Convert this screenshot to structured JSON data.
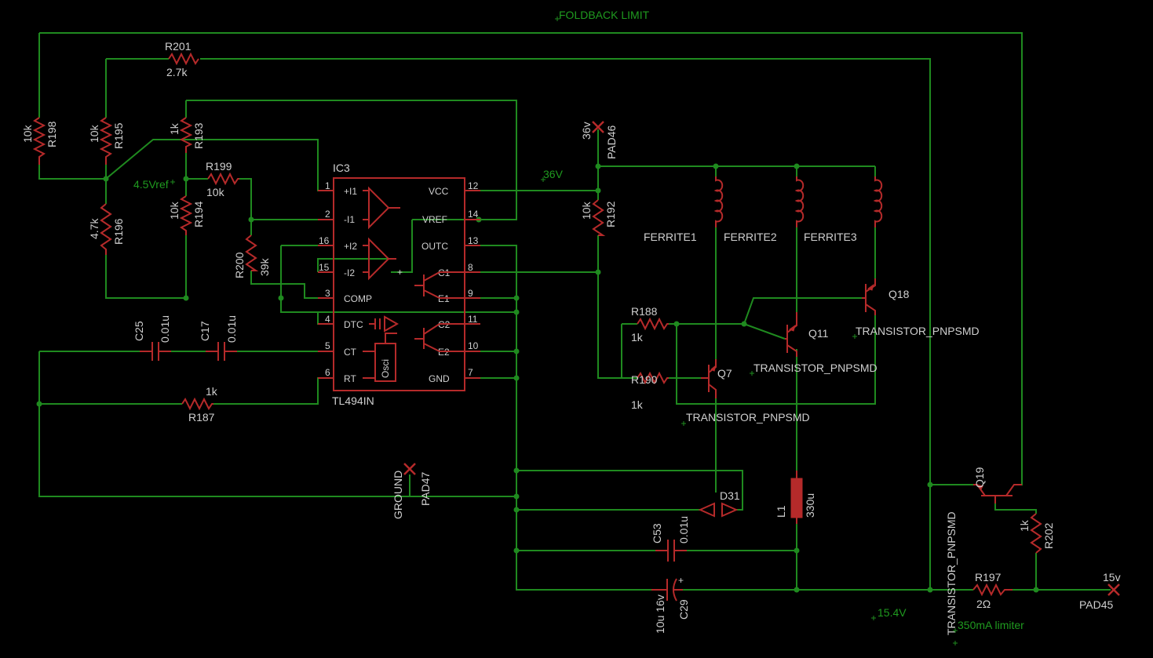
{
  "nets": {
    "foldback": "FOLDBACK LIMIT",
    "vref": "4.5Vref",
    "v36": "36V",
    "v15_4": "15.4V",
    "limiter": "350mA limiter"
  },
  "ic": {
    "name": "IC3",
    "value": "TL494IN",
    "pins_left": [
      {
        "num": "1",
        "label": "+I1"
      },
      {
        "num": "2",
        "label": "-I1"
      },
      {
        "num": "16",
        "label": "+I2"
      },
      {
        "num": "15",
        "label": "-I2"
      },
      {
        "num": "3",
        "label": "COMP"
      },
      {
        "num": "4",
        "label": "DTC"
      },
      {
        "num": "5",
        "label": "CT"
      },
      {
        "num": "6",
        "label": "RT"
      }
    ],
    "pins_right": [
      {
        "num": "12",
        "label": "VCC"
      },
      {
        "num": "14",
        "label": "VREF"
      },
      {
        "num": "13",
        "label": "OUTC"
      },
      {
        "num": "8",
        "label": "C1"
      },
      {
        "num": "9",
        "label": "E1"
      },
      {
        "num": "11",
        "label": "C2"
      },
      {
        "num": "10",
        "label": "E2"
      },
      {
        "num": "7",
        "label": "GND"
      }
    ],
    "osc_label": "Osci"
  },
  "resistors": {
    "r201": {
      "name": "R201",
      "value": "2.7k"
    },
    "r198": {
      "name": "R198",
      "value": "10k"
    },
    "r195": {
      "name": "R195",
      "value": "10k"
    },
    "r193": {
      "name": "R193",
      "value": "1k"
    },
    "r199": {
      "name": "R199",
      "value": "10k"
    },
    "r194": {
      "name": "R194",
      "value": "10k"
    },
    "r196": {
      "name": "R196",
      "value": "4.7k"
    },
    "r200": {
      "name": "R200",
      "value": "39k"
    },
    "r187": {
      "name": "R187",
      "value": "1k"
    },
    "r192": {
      "name": "R192",
      "value": "10k"
    },
    "r188": {
      "name": "R188",
      "value": "1k"
    },
    "r190": {
      "name": "R190",
      "value": "1k"
    },
    "r202": {
      "name": "R202",
      "value": "1k"
    },
    "r197": {
      "name": "R197",
      "value": "2Ω"
    }
  },
  "capacitors": {
    "c25": {
      "name": "C25",
      "value": "0.01u"
    },
    "c17": {
      "name": "C17",
      "value": "0.01u"
    },
    "c53": {
      "name": "C53",
      "value": "0.01u"
    },
    "c29": {
      "name": "C29",
      "value": "10u 16v"
    }
  },
  "inductors": {
    "ferrite1": "FERRITE1",
    "ferrite2": "FERRITE2",
    "ferrite3": "FERRITE3",
    "l1": {
      "name": "L1",
      "value": "330u"
    }
  },
  "transistors": {
    "q7": {
      "name": "Q7",
      "value": "TRANSISTOR_PNPSMD"
    },
    "q11": {
      "name": "Q11",
      "value": "TRANSISTOR_PNPSMD"
    },
    "q18": {
      "name": "Q18",
      "value": "TRANSISTOR_PNPSMD"
    },
    "q19": {
      "name": "Q19",
      "value": "TRANSISTOR_PNPSMD"
    }
  },
  "diode": {
    "name": "D31"
  },
  "pads": {
    "pad46": {
      "name": "PAD46",
      "value": "36v"
    },
    "pad47": {
      "name": "PAD47",
      "value": "GROUND"
    },
    "pad45": {
      "name": "PAD45",
      "value": "15v"
    }
  },
  "colors": {
    "wire": "#1f8a1f",
    "part": "#b52a2a",
    "text": "#cfcfcf",
    "background": "#000000"
  }
}
